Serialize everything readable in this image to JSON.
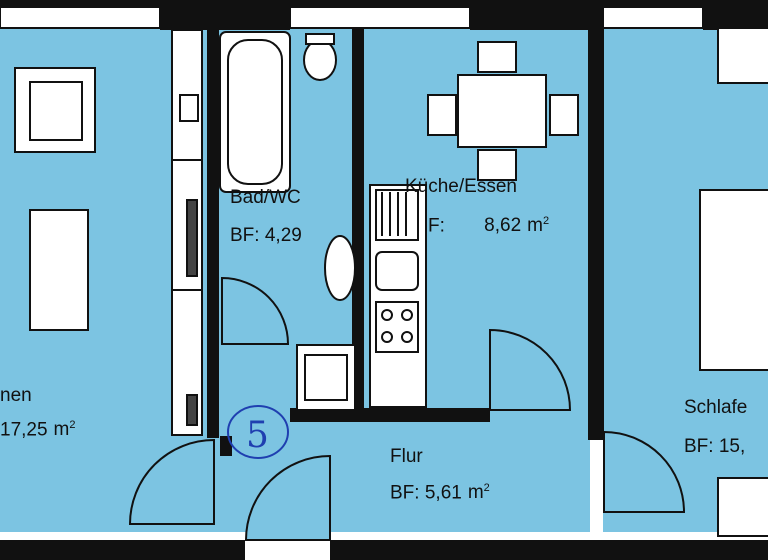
{
  "colors": {
    "room_fill": "#7cc4e2",
    "wall": "#111111",
    "furniture": "#ffffff",
    "ink_blue": "#1f3fb0"
  },
  "rooms": [
    {
      "id": "wohnen",
      "name": "nen",
      "area_prefix": "",
      "area": "17,25",
      "unit": "m",
      "unit_sup": "2"
    },
    {
      "id": "bad",
      "name": "Bad/WC",
      "area_prefix": "BF:",
      "area": "4,29",
      "unit": "",
      "unit_sup": ""
    },
    {
      "id": "kueche",
      "name": "Küche/Essen",
      "area_prefix": "F:",
      "area": "8,62",
      "unit": "m",
      "unit_sup": "2"
    },
    {
      "id": "flur",
      "name": "Flur",
      "area_prefix": "BF:",
      "area": "5,61",
      "unit": "m",
      "unit_sup": "2"
    },
    {
      "id": "schlafen",
      "name": "Schlafe",
      "area_prefix": "BF:",
      "area": "15,",
      "unit": "",
      "unit_sup": ""
    }
  ],
  "annotation": {
    "handwritten_number": "5"
  }
}
